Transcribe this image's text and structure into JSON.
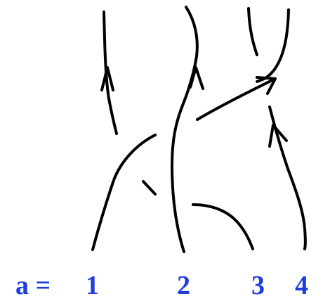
{
  "equation_prefix": "a =",
  "strand_labels": [
    "1",
    "2",
    "3",
    "4"
  ],
  "colors": {
    "label": "#1f3ddb",
    "stroke": "#000000",
    "background": "#ffffff"
  }
}
